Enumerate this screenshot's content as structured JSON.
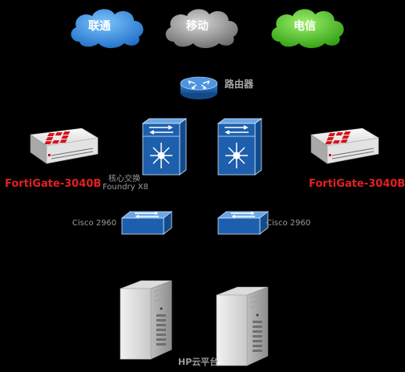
{
  "clouds": [
    {
      "label": "联通",
      "color": "#2e8fe0"
    },
    {
      "label": "移动",
      "color": "#8e8e8e"
    },
    {
      "label": "电信",
      "color": "#3fbd1c"
    }
  ],
  "router": {
    "label": "路由器",
    "icon": "router-icon",
    "color": "#1b5faa"
  },
  "firewalls": [
    {
      "label": "FortiGate-3040B",
      "icon": "fortigate-firewall-icon"
    },
    {
      "label": "FortiGate-3040B",
      "icon": "fortigate-firewall-icon"
    }
  ],
  "core_switch": {
    "label_line1": "核心交换",
    "label_line2": "Foundry X8",
    "icon": "layer3-switch-icon"
  },
  "access_switches": [
    {
      "label": "Cisco 2960",
      "icon": "switch-icon"
    },
    {
      "label": "Cisco 2960",
      "icon": "switch-icon"
    }
  ],
  "servers": {
    "label": "HP云平台",
    "icon": "server-tower-icon"
  },
  "colors": {
    "background": "#000000",
    "fortigate_label": "#e51f1f",
    "device_blue": "#1d5fad",
    "gray_label": "#9a9a9a"
  }
}
